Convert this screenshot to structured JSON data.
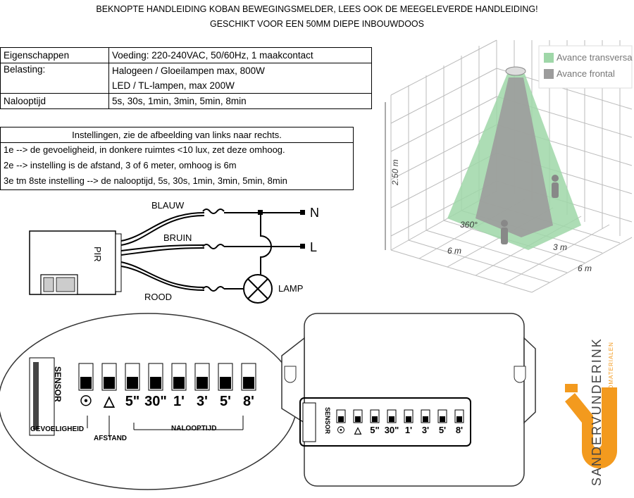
{
  "header": {
    "line1": "BEKNOPTE HANDLEIDING KOBAN BEWEGINGSMELDER, LEES OOK DE MEEGELEVERDE HANDLEIDING!",
    "line2": "GESCHIKT VOOR EEN 50MM DIEPE INBOUWDOOS"
  },
  "spec_table": [
    {
      "label": "Eigenschappen",
      "value": "Voeding: 220-240VAC, 50/60Hz, 1 maakcontact"
    },
    {
      "label": "Belasting:",
      "value": "Halogeen / Gloeilampen max, 800W"
    },
    {
      "label": "",
      "value": "LED / TL-lampen, max 200W"
    },
    {
      "label": "Nalooptijd",
      "value": "5s, 30s, 1min, 3min, 5min, 8min"
    }
  ],
  "settings": {
    "title": "Instellingen, zie de afbeelding van links naar rechts.",
    "lines": [
      "1e --> de gevoeligheid, in donkere ruimtes <10 lux, zet deze omhoog.",
      "2e --> instelling is de afstand, 3 of 6 meter, omhoog is 6m",
      "3e tm 8ste instelling --> de nalooptijd, 5s, 30s, 1min, 3min, 5min, 8min"
    ]
  },
  "wiring": {
    "pir": "PIR",
    "blauw": "BLAUW",
    "bruin": "BRUIN",
    "rood": "ROOD",
    "n": "N",
    "l": "L",
    "lamp": "LAMP"
  },
  "detection": {
    "legend_transversal": "Avance transversa",
    "legend_frontal": "Avance frontal",
    "height": "2.50 m",
    "angle": "360°",
    "dim_left": "6 m",
    "dim_mid": "3 m",
    "dim_right": "6 m",
    "color_transversal": "#9fd7a8",
    "color_frontal": "#9c9c9c"
  },
  "dip_zoom": {
    "sensor": "SENSOR",
    "symbols": [
      "☉",
      "△",
      "5\"",
      "30\"",
      "1'",
      "3'",
      "5'",
      "8'"
    ],
    "gevoeligheid": "GEVOELIGHEID",
    "afstand": "AFSTAND",
    "nalooptijd": "NALOOPTIJD"
  },
  "device": {
    "sensor": "SENSOR",
    "symbols": [
      "☉",
      "△",
      "5\"",
      "30\"",
      "1'",
      "3'",
      "5'",
      "8'"
    ]
  },
  "logo": {
    "name": "SANDERVUNDERINK",
    "tagline": "ELEKTROMATERIALEN",
    "accent": "#f39a1e"
  }
}
